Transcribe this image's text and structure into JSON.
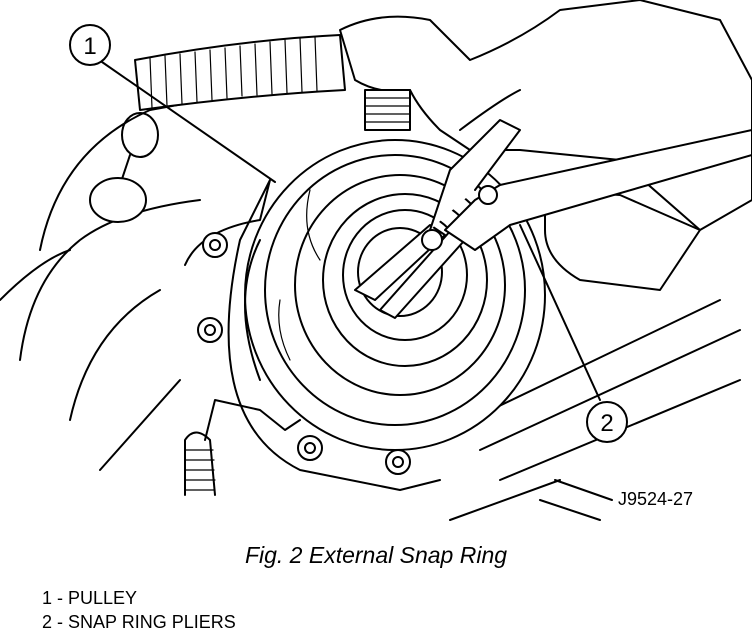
{
  "figure": {
    "callouts": [
      "1",
      "2"
    ],
    "code": "J9524-27",
    "caption": "Fig. 2 External Snap Ring"
  },
  "legend": [
    "1 - PULLEY",
    "2 - SNAP RING PLIERS"
  ]
}
